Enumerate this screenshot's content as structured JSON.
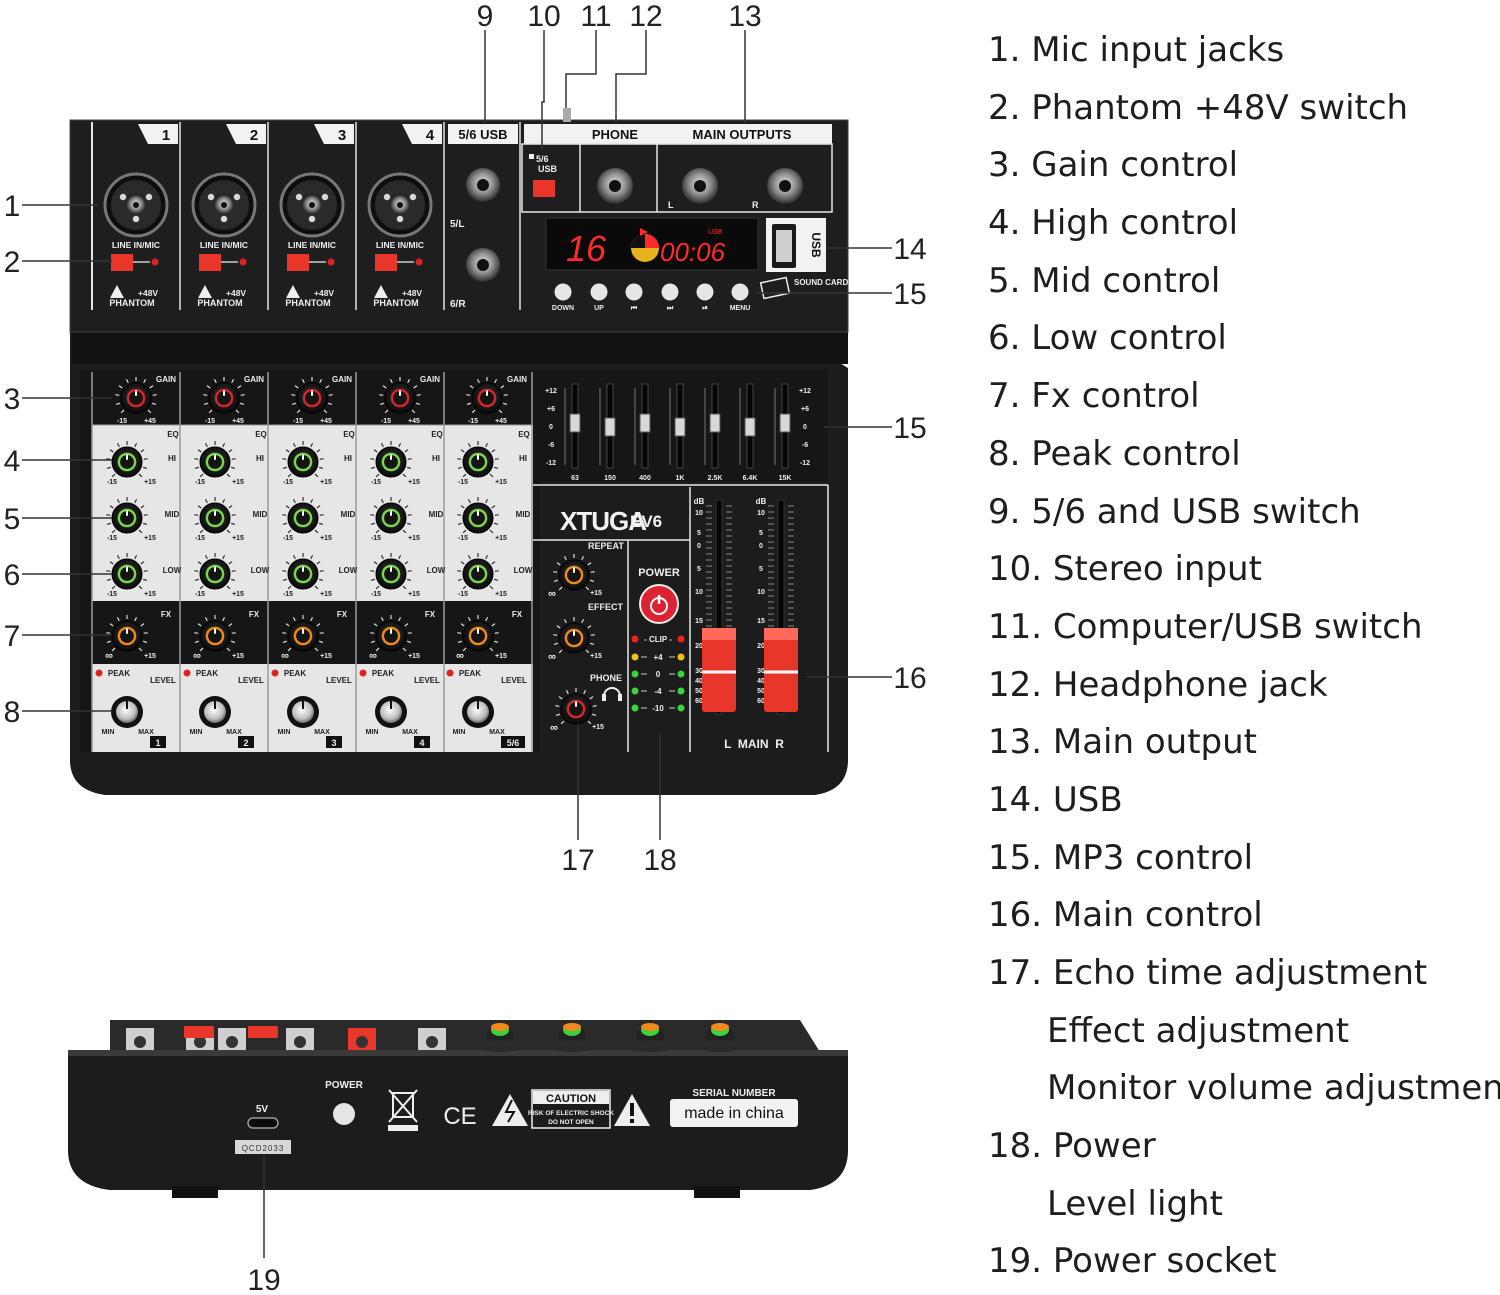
{
  "callouts": {
    "top": [
      "9",
      "10",
      "11",
      "12",
      "13"
    ],
    "left": [
      "1",
      "2",
      "3",
      "4",
      "5",
      "6",
      "7",
      "8"
    ],
    "right": [
      "14",
      "15",
      "15",
      "16"
    ],
    "bottom": [
      "17",
      "18"
    ],
    "rear": "19"
  },
  "mixer": {
    "channel_numbers": [
      "1",
      "2",
      "3",
      "4"
    ],
    "input_label": "LINE IN/MIC",
    "phantom_label": "+48V",
    "phantom_sub": "PHANTOM",
    "usb_header": "5/6 USB",
    "stereo_left": "5/L",
    "stereo_right": "6/R",
    "switch_label_top": "5/6",
    "switch_label_bottom": "USB",
    "phone_header": "PHONE",
    "main_outputs_header": "MAIN OUTPUTS",
    "out_left": "L",
    "out_right": "R",
    "display_track": "16",
    "display_time": "00:06",
    "display_usb": "USB",
    "usb_port_label": "USB",
    "sound_card_label": "SOUND CARD",
    "mp3_buttons": [
      "DOWN",
      "UP",
      "⏮",
      "⏭",
      "⏯",
      "MENU"
    ],
    "gain_label": "GAIN",
    "eq_label": "EQ",
    "hi_label": "HI",
    "mid_label": "MID",
    "low_label": "LOW",
    "fx_label": "FX",
    "peak_label": "PEAK",
    "level_label": "LEVEL",
    "min_label": "MIN",
    "max_label": "MAX",
    "knob_min": "-15",
    "knob_max": "+15",
    "gain_max": "+45",
    "knob_inf": "∞",
    "strip_tags": [
      "1",
      "2",
      "3",
      "4",
      "5/6"
    ],
    "geq_scale": [
      "+12",
      "+6",
      "0",
      "-6",
      "-12"
    ],
    "geq_freqs": [
      "63",
      "150",
      "400",
      "1K",
      "2.5K",
      "6.4K",
      "15K"
    ],
    "brand": "XTUGA",
    "model": "EV6",
    "repeat_label": "REPEAT",
    "effect_label": "EFFECT",
    "phone_label": "PHONE",
    "power_label": "POWER",
    "meter_labels": [
      "CLIP",
      "+4",
      "0",
      "-4",
      "-10"
    ],
    "fader_scale_unit": "dB",
    "fader_scale": [
      "10",
      "5",
      "0",
      "5",
      "10",
      "15",
      "20",
      "30",
      "40",
      "50",
      "60"
    ],
    "main_label": "L  MAIN  R"
  },
  "rear_panel": {
    "usb_c_label": "5V",
    "serial_code": "QCD2033",
    "power_label": "POWER",
    "ce_mark": "CE",
    "caution_title": "CAUTION",
    "caution_line1": "RISK OF ELECTRIC SHOCK",
    "caution_line2": "DO NOT OPEN",
    "serial_header": "SERIAL NUMBER",
    "made_in": "made in china"
  },
  "legend": [
    "1. Mic input jacks",
    "2. Phantom +48V switch",
    "3. Gain control",
    "4. High control",
    "5. Mid control",
    "6. Low control",
    "7. Fx control",
    "8. Peak control",
    "9. 5/6 and USB switch",
    "10. Stereo input",
    "11. Computer/USB switch",
    "12. Headphone jack",
    "13. Main output",
    "14. USB",
    "15. MP3 control",
    "16. Main control",
    "17. Echo time adjustment",
    "Effect adjustment",
    "Monitor volume adjustment",
    "18. Power",
    "Level light",
    "19. Power socket"
  ],
  "colors": {
    "body": "#1c1c1c",
    "panel_light": "#e9e9e9",
    "display_red": "#ff2a2a",
    "green_knob": "#7bd84a",
    "orange_knob": "#f08a1c",
    "red_knob": "#d8262a",
    "fader_red": "#e8362a"
  }
}
